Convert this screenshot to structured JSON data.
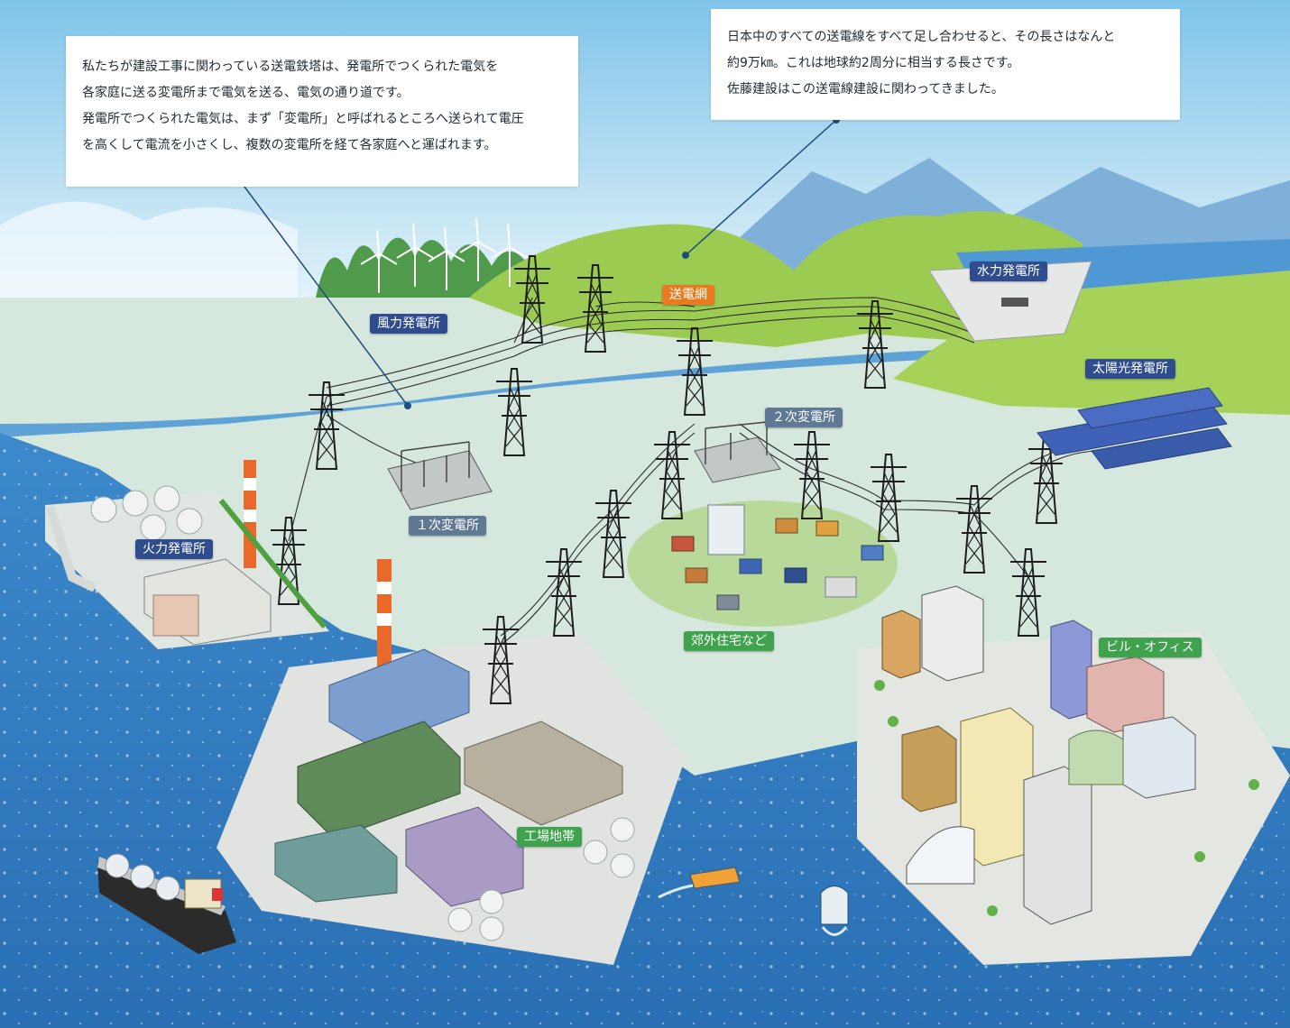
{
  "callouts": {
    "left": {
      "lines": [
        "私たちが建設工事に関わっている送電鉄塔は、発電所でつくられた電気を",
        "各家庭に送る変電所まで電気を送る、電気の通り道です。",
        "発電所でつくられた電気は、まず「変電所」と呼ばれるところへ送られて電圧",
        "を高くして電流を小さくし、複数の変電所を経て各家庭へと運ばれます。"
      ]
    },
    "right": {
      "lines": [
        "日本中のすべての送電線をすべて足し合わせると、その長さはなんと",
        "約9万㎞。これは地球約2周分に相当する長さです。",
        "佐藤建設はこの送電線建設に関わってきました。"
      ]
    }
  },
  "labels": {
    "wind": "風力発電所",
    "grid": "送電網",
    "hydro": "水力発電所",
    "solar": "太陽光発電所",
    "secondary_substation": "２次変電所",
    "primary_substation": "１次変電所",
    "thermal": "火力発電所",
    "suburban": "郊外住宅など",
    "offices": "ビル・オフィス",
    "industrial": "工場地帯"
  },
  "colors": {
    "sky": "#a9d6ee",
    "sea": "#2f79c0",
    "land": "#d6e8de",
    "hills": "#9ccb52",
    "mountains": "#8ab8dc",
    "plant_label": "#2f4d8e",
    "substation_label": "#5f7894",
    "grid_label": "#e97a1d",
    "area_label": "#3fa34d",
    "leader_line": "#1e4d7a"
  },
  "icons": {
    "wind": "wind-turbine-icon",
    "tower": "transmission-tower-icon",
    "substation": "substation-icon",
    "thermal": "thermal-plant-icon",
    "hydro": "dam-icon",
    "solar": "solar-panel-icon",
    "houses": "house-icon",
    "offices": "office-building-icon",
    "factory": "factory-icon",
    "ship": "lng-carrier-icon",
    "boat": "boat-icon"
  }
}
